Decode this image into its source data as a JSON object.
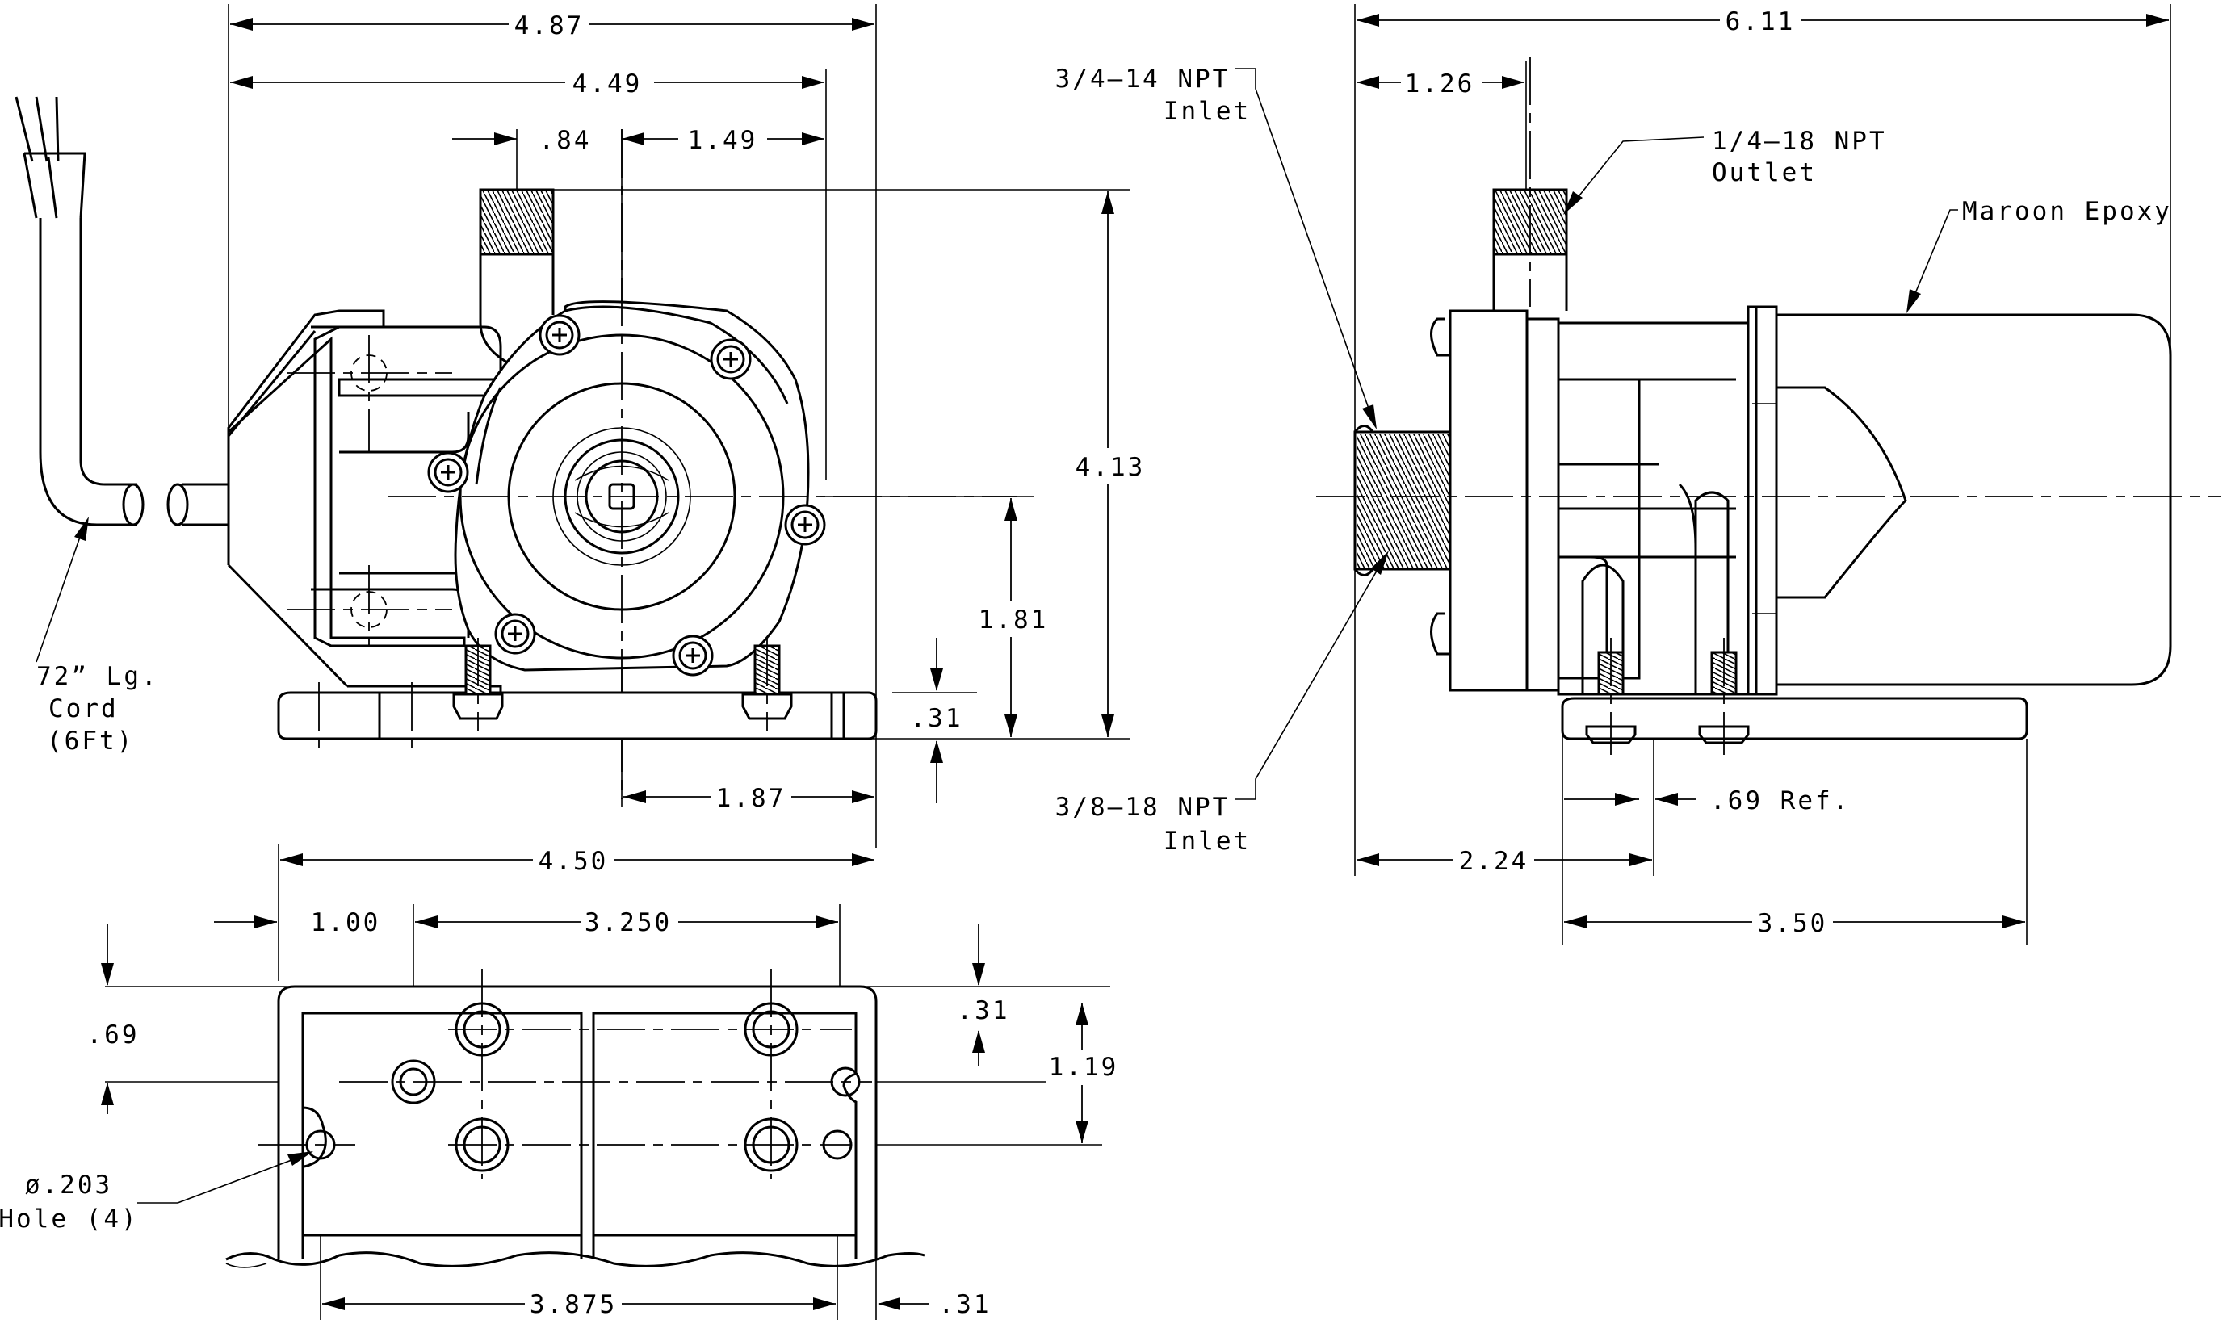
{
  "front_view": {
    "dim_overall_width": "4.87",
    "dim_body_width": "4.49",
    "dim_outlet_offset": ".84",
    "dim_axis_offset": "1.49",
    "dim_height": "4.13",
    "dim_axis_height": "1.81",
    "dim_base_thickness": ".31",
    "dim_axis_to_edge": "1.87"
  },
  "cord": {
    "line1": "72” Lg.",
    "line2": "Cord",
    "line3": "(6Ft)"
  },
  "base_view": {
    "dim_base_width": "4.50",
    "dim_hole_offset": "1.00",
    "dim_hole_spacing": "3.250",
    "dim_row_offset": ".69",
    "dim_top_offset": ".31",
    "dim_row_spacing": "1.19",
    "hole_line1": "ø.203",
    "hole_line2": "Hole (4)",
    "dim_slot_spacing": "3.875",
    "dim_edge": ".31"
  },
  "side_view": {
    "dim_overall_length": "6.11",
    "dim_outlet_offset": "1.26",
    "inlet_top_line1": "3/4–14 NPT",
    "inlet_top_line2": "Inlet",
    "outlet_line1": "1/4–18 NPT",
    "outlet_line2": "Outlet",
    "epoxy_label": "Maroon Epoxy",
    "inlet_bottom_line1": "3/8–18 NPT",
    "inlet_bottom_line2": "Inlet",
    "dim_ref": ".69 Ref.",
    "dim_inlet_to_foot": "2.24",
    "dim_foot_length": "3.50"
  }
}
